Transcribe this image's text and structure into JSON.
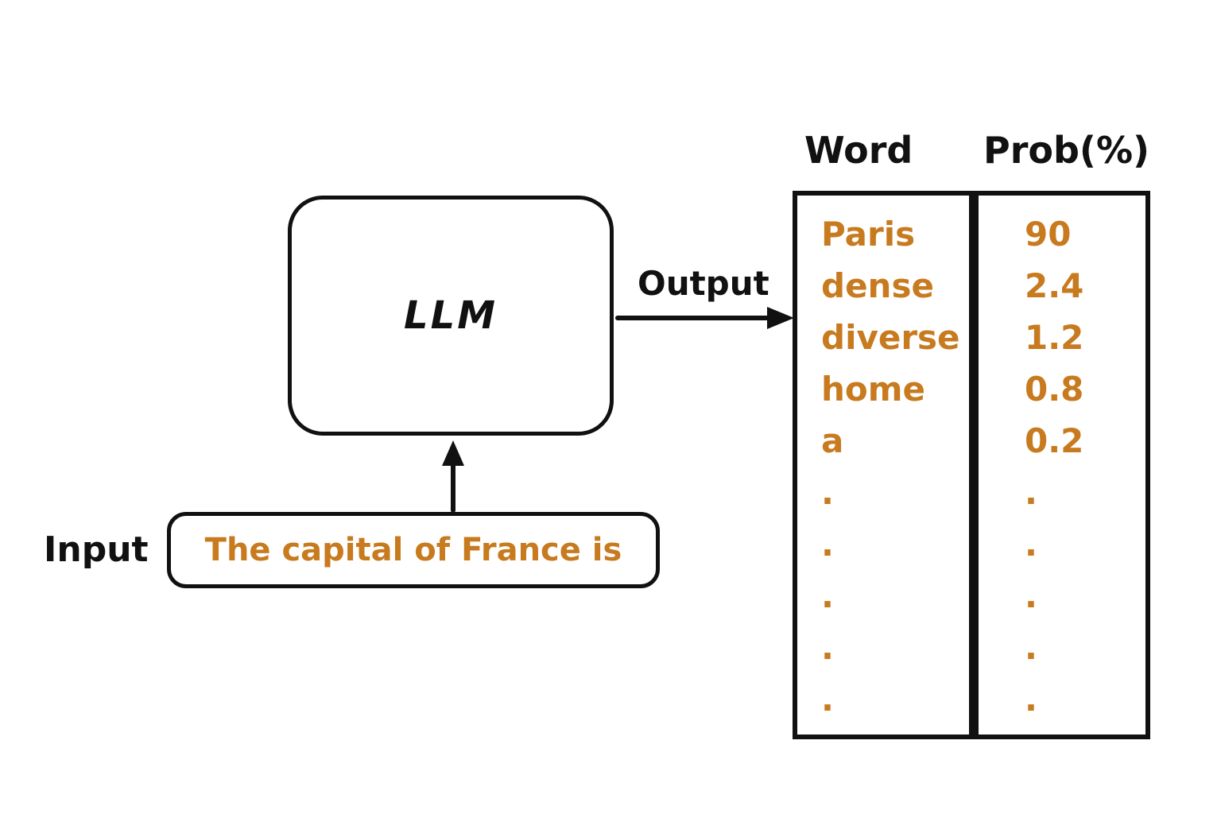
{
  "colors": {
    "accent": "#C87A1E",
    "ink": "#111111"
  },
  "diagram": {
    "llm_label": "LLM",
    "input_label": "Input",
    "input_text": "The capital of France is",
    "output_label": "Output"
  },
  "table": {
    "headers": {
      "word": "Word",
      "prob": "Prob(%)"
    },
    "rows": [
      {
        "word": "Paris",
        "prob": "90"
      },
      {
        "word": "dense",
        "prob": "2.4"
      },
      {
        "word": "diverse",
        "prob": "1.2"
      },
      {
        "word": "home",
        "prob": "0.8"
      },
      {
        "word": "a",
        "prob": "0.2"
      },
      {
        "word": ".",
        "prob": "."
      },
      {
        "word": ".",
        "prob": "."
      },
      {
        "word": ".",
        "prob": "."
      },
      {
        "word": ".",
        "prob": "."
      },
      {
        "word": ".",
        "prob": "."
      }
    ]
  }
}
